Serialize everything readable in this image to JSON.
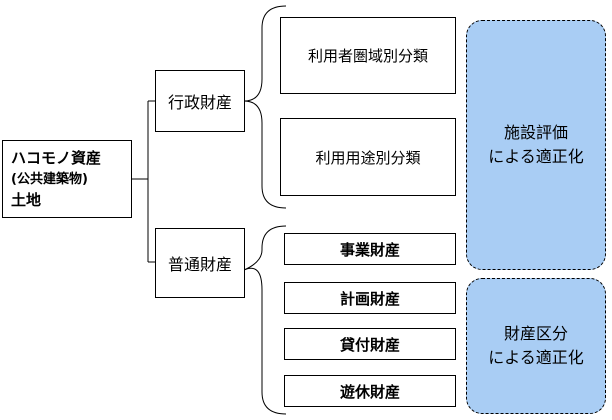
{
  "root": {
    "line1": "ハコモノ資産",
    "line2": "(公共建築物)",
    "line3": "土地"
  },
  "branches": {
    "admin": {
      "label": "行政財産",
      "children": [
        "利用者圏域別分類",
        "利用用途別分類"
      ]
    },
    "general": {
      "label": "普通財産",
      "children": [
        "事業財産",
        "計画財産",
        "貸付財産",
        "遊休財産"
      ]
    }
  },
  "notes": {
    "facility": {
      "line1": "施設評価",
      "line2": "による適正化"
    },
    "property": {
      "line1": "財産区分",
      "line2": "による適正化"
    }
  },
  "colors": {
    "note_fill": "#a9cdf4"
  }
}
